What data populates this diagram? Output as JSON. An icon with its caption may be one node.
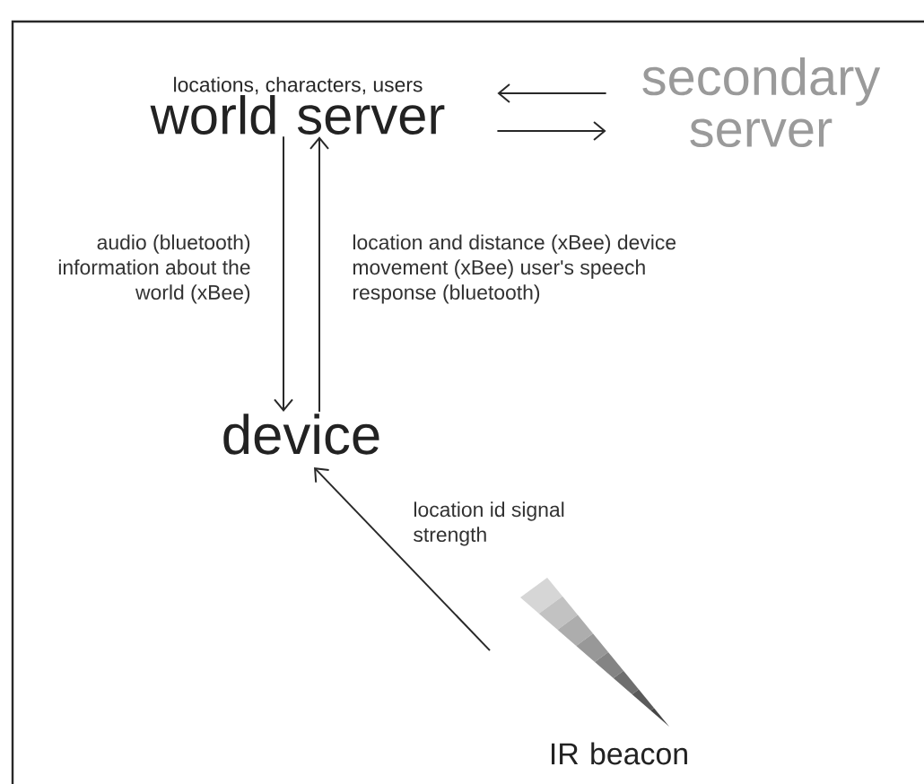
{
  "diagram": {
    "nodes": [
      {
        "text": [
          "world server"
        ],
        "beside": [
          "locations, characters, users"
        ]
      },
      {
        "text": [
          "secondary server"
        ]
      },
      {
        "text": [
          "device"
        ]
      },
      {
        "text": [
          "IR beacon"
        ]
      }
    ],
    "edges": [
      {
        "from": 1,
        "to": 0,
        "arrow": "to"
      },
      {
        "from": 0,
        "to": 1,
        "arrow": "to"
      },
      {
        "from": 0,
        "to": 2,
        "arrow": "to",
        "label": "audio (bluetooth) information about the world (xBee)"
      },
      {
        "from": 2,
        "to": 0,
        "arrow": "to",
        "label": "location and distance (xBee) device movement (xBee) user's speech response (bluetooth)"
      },
      {
        "from": 3,
        "to": 2,
        "arrow": "to",
        "label": "location id signal strength"
      }
    ]
  }
}
